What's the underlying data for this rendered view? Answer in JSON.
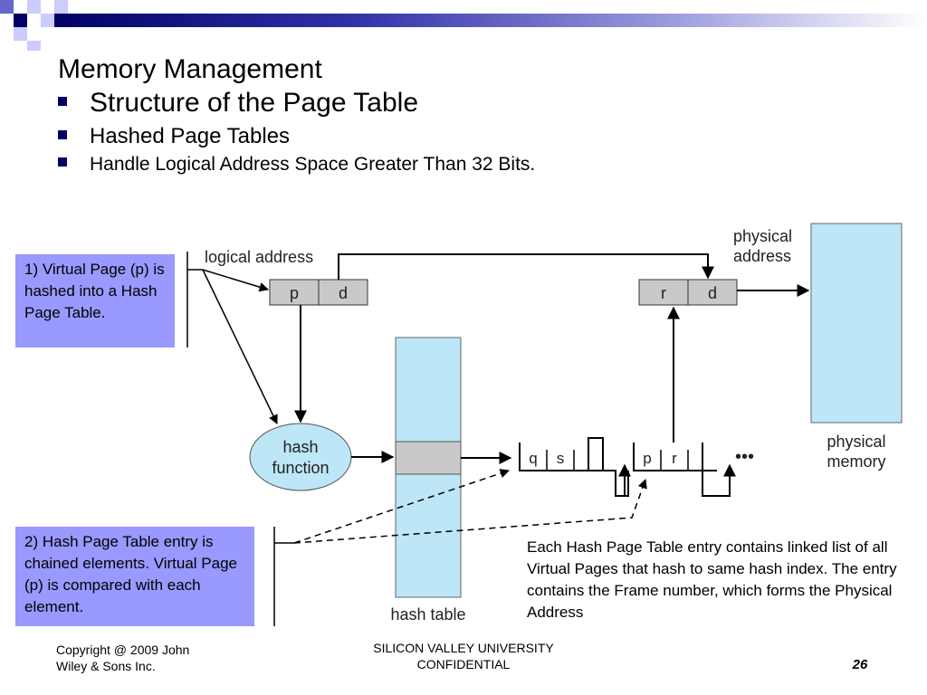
{
  "slide": {
    "title": "Memory Management",
    "bullets": [
      "Structure of the Page Table",
      "Hashed Page Tables",
      "Handle Logical Address Space Greater Than 32 Bits."
    ]
  },
  "diagram": {
    "logical_address_label": "logical address",
    "p": "p",
    "d": "d",
    "r": "r",
    "physical_address_label_line1": "physical",
    "physical_address_label_line2": "address",
    "physical_memory_label_line1": "physical",
    "physical_memory_label_line2": "memory",
    "hash_function_line1": "hash",
    "hash_function_line2": "function",
    "hash_table_label": "hash table",
    "chain_q": "q",
    "chain_s": "s",
    "chain_p": "p",
    "chain_r": "r",
    "ellipsis": "•••"
  },
  "callouts": {
    "callout1": "1) Virtual Page (p) is hashed into a Hash Page Table.",
    "callout2": "2) Hash Page Table entry is chained elements. Virtual Page (p) is compared with each element.",
    "note": "Each Hash Page Table entry contains linked list of all Virtual Pages that hash to same hash index. The entry contains the Frame number, which forms the Physical Address"
  },
  "footer": {
    "copyright_line1": "Copyright @ 2009 John",
    "copyright_line2": "Wiley & Sons Inc.",
    "center_line1": "SILICON VALLEY UNIVERSITY",
    "center_line2": "CONFIDENTIAL",
    "page_number": "26"
  },
  "colors": {
    "header_navy": "#000066",
    "callout_fill": "#9999ff",
    "diagram_blue": "#bde6f7",
    "address_gray": "#c9c9c9"
  }
}
